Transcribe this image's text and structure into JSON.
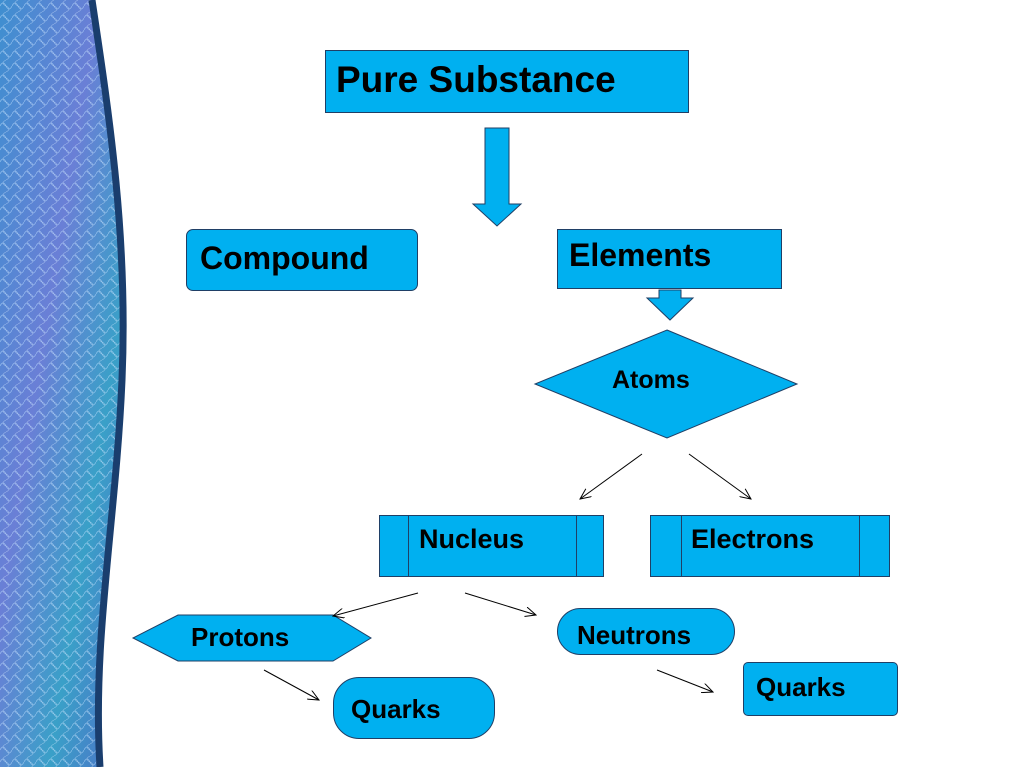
{
  "diagram": {
    "root": "Pure Substance",
    "compound": "Compound",
    "elements": "Elements",
    "atoms": "Atoms",
    "nucleus": "Nucleus",
    "electrons": "Electrons",
    "protons": "Protons",
    "neutrons": "Neutrons",
    "quarks_left": "Quarks",
    "quarks_right": "Quarks"
  },
  "colors": {
    "fill": "#00b0f0",
    "border": "#1f3f66",
    "sidebar": "#4a7fc0"
  }
}
